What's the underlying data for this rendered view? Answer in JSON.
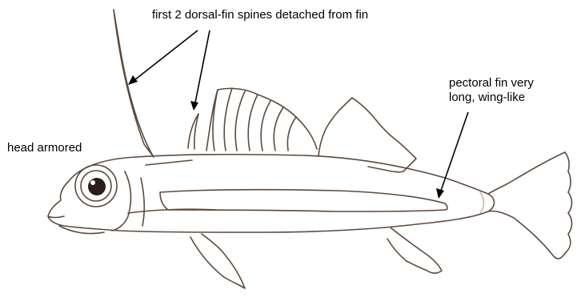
{
  "labels": {
    "dorsal_spines": "first 2 dorsal-fin spines detached from fin",
    "pectoral_line1": "pectoral fin very",
    "pectoral_line2": "long, wing-like",
    "head": "head armored"
  },
  "colors": {
    "outline": "#5c4a3d",
    "arrow": "#000000",
    "background": "#ffffff",
    "eye_dark": "#2a1d1a"
  }
}
